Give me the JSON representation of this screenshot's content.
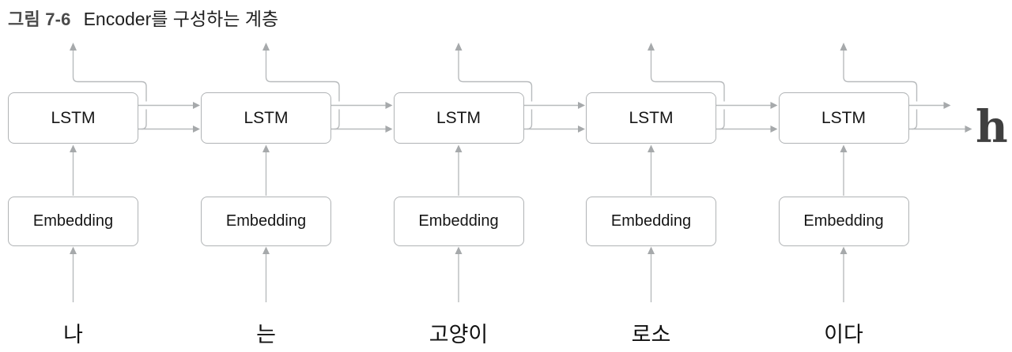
{
  "title": {
    "figure_label": "그림 7-6",
    "text": "Encoder를 구성하는 계층"
  },
  "diagram": {
    "columns": [
      {
        "word": "나",
        "lstm_label": "LSTM",
        "embedding_label": "Embedding"
      },
      {
        "word": "는",
        "lstm_label": "LSTM",
        "embedding_label": "Embedding"
      },
      {
        "word": "고양이",
        "lstm_label": "LSTM",
        "embedding_label": "Embedding"
      },
      {
        "word": "로소",
        "lstm_label": "LSTM",
        "embedding_label": "Embedding"
      },
      {
        "word": "이다",
        "lstm_label": "LSTM",
        "embedding_label": "Embedding"
      }
    ],
    "output_symbol": "h",
    "colors": {
      "line": "#b8bbbd",
      "arrowhead": "#a6a9ab",
      "box_border": "#b0b3b5",
      "box_fill": "#ffffff",
      "label_text": "#151515",
      "word_text": "#101010",
      "title_label": "#4a4a4a",
      "title_text": "#1f1f1f",
      "symbol": "#3f3f3f"
    }
  }
}
